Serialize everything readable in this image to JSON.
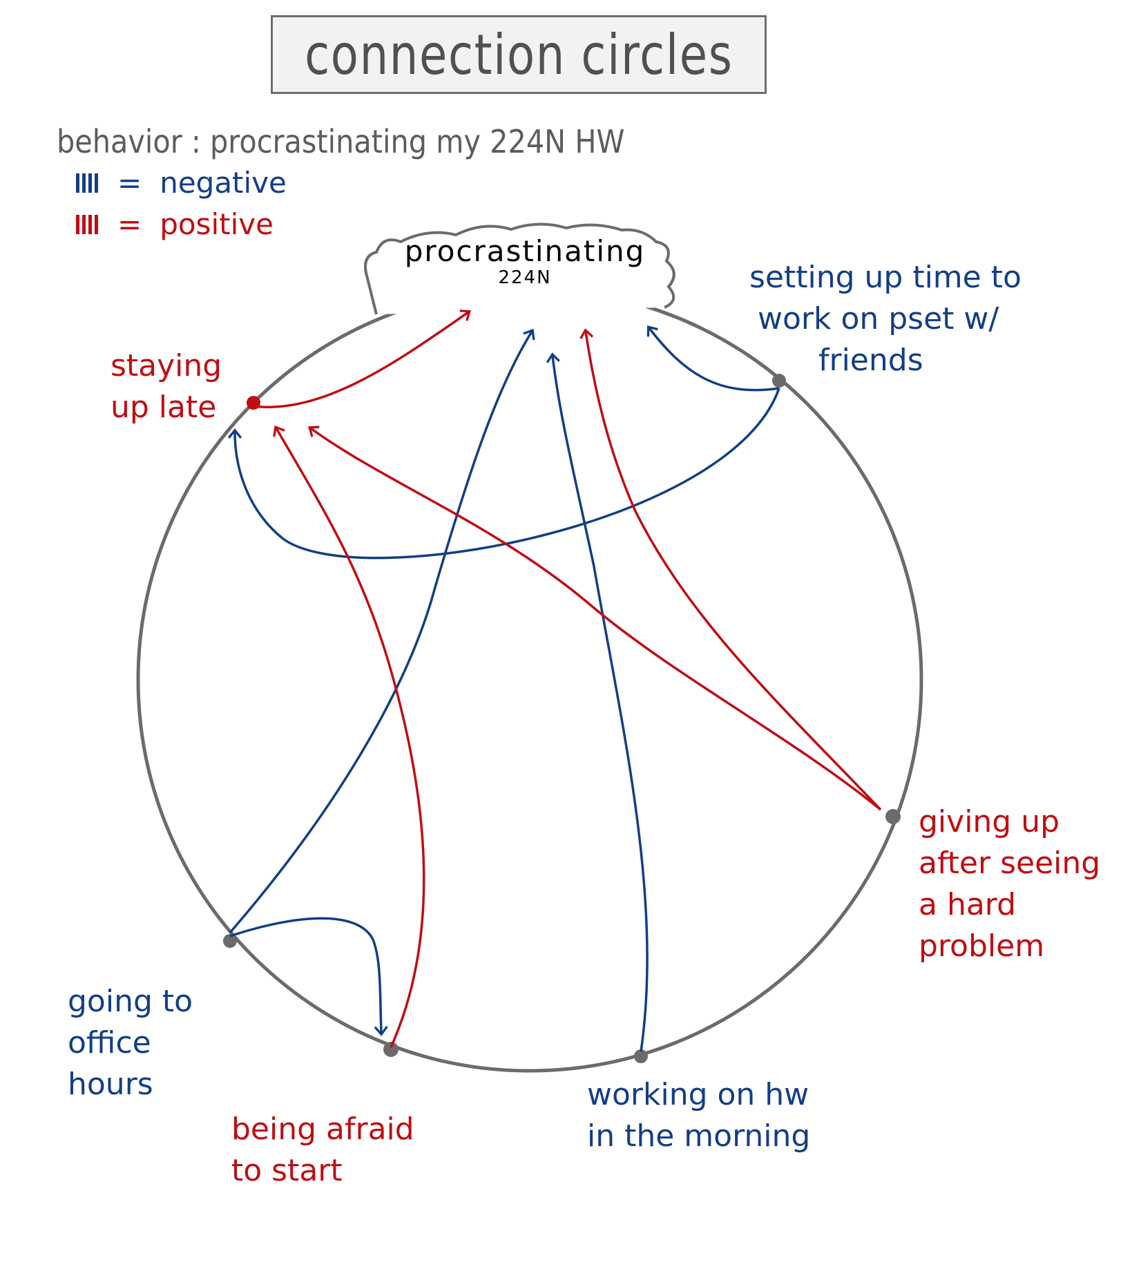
{
  "title": "connection circles",
  "behavior": "behavior : procrastinating my 224N HW",
  "legend": {
    "negative": {
      "symbol": "=",
      "label": "negative",
      "color": "#123e86"
    },
    "positive": {
      "symbol": "=",
      "label": "positive",
      "color": "#c00d12"
    }
  },
  "center": {
    "main": "procrastinating",
    "sub": "224N"
  },
  "nodes": {
    "staying_up_late": [
      "staying",
      "up late"
    ],
    "setting_up_time": [
      "setting up time to",
      "work on pset w/",
      "friends"
    ],
    "giving_up": [
      "giving up",
      "after seeing",
      "a hard",
      "problem"
    ],
    "working_morning": [
      "working on hw",
      "in the morning"
    ],
    "afraid_to_start": [
      "being afraid",
      "to start"
    ],
    "office_hours": [
      "going to",
      "office",
      "hours"
    ]
  },
  "colors": {
    "circle": "#6b6b6b",
    "negative": "#123e86",
    "positive": "#c00d12"
  }
}
